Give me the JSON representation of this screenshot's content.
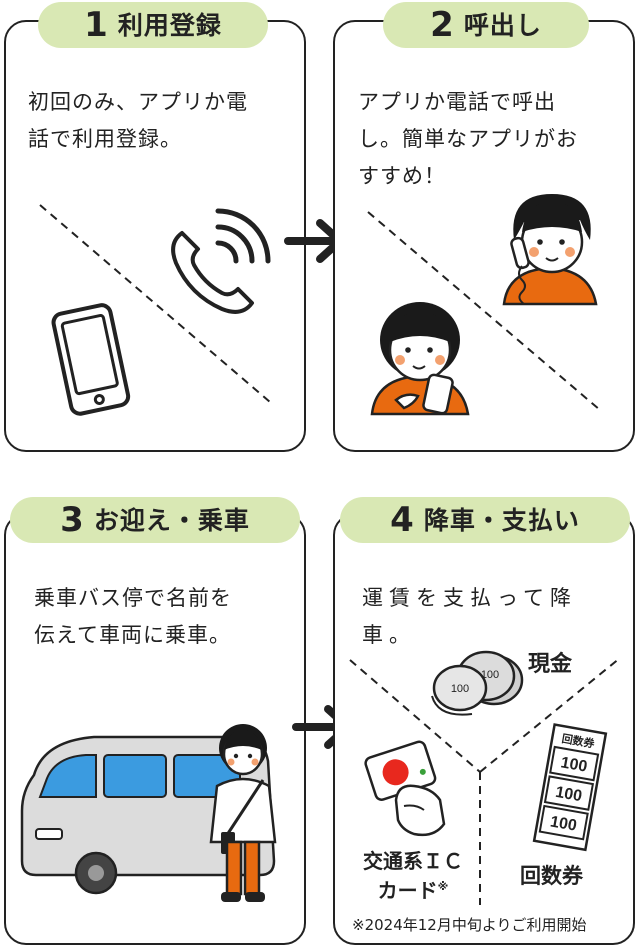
{
  "steps": [
    {
      "number": "1",
      "title": "利用登録",
      "text_lines": [
        "初回のみ、アプリか電",
        "話で利用登録。"
      ]
    },
    {
      "number": "2",
      "title": "呼出し",
      "text_lines": [
        "アプリか電話で呼出",
        "し。簡単なアプリがお",
        "すすめ！"
      ]
    },
    {
      "number": "3",
      "title": "お迎え・乗車",
      "text_lines": [
        "乗車バス停で名前を",
        "伝えて車両に乗車。"
      ]
    },
    {
      "number": "4",
      "title": "降車・支払い",
      "text_lines": [
        "運賃を支払って降",
        "車。"
      ],
      "payment": {
        "cash_label": "現金",
        "coin_value": "100",
        "ic_label_line1": "交通系ＩＣ",
        "ic_label_line2": "カード",
        "ic_note_mark": "※",
        "ticket_label": "回数券",
        "ticket_header": "回数券",
        "ticket_value": "100"
      },
      "footnote": "※2024年12月中旬よりご利用開始"
    }
  ],
  "colors": {
    "tag_bg": "#d9e8b4",
    "accent_orange": "#e86a10",
    "hair": "#1a1a1a",
    "van_body": "#dcdcdc",
    "van_window": "#3b9be0",
    "ic_card": "#e8281e"
  }
}
